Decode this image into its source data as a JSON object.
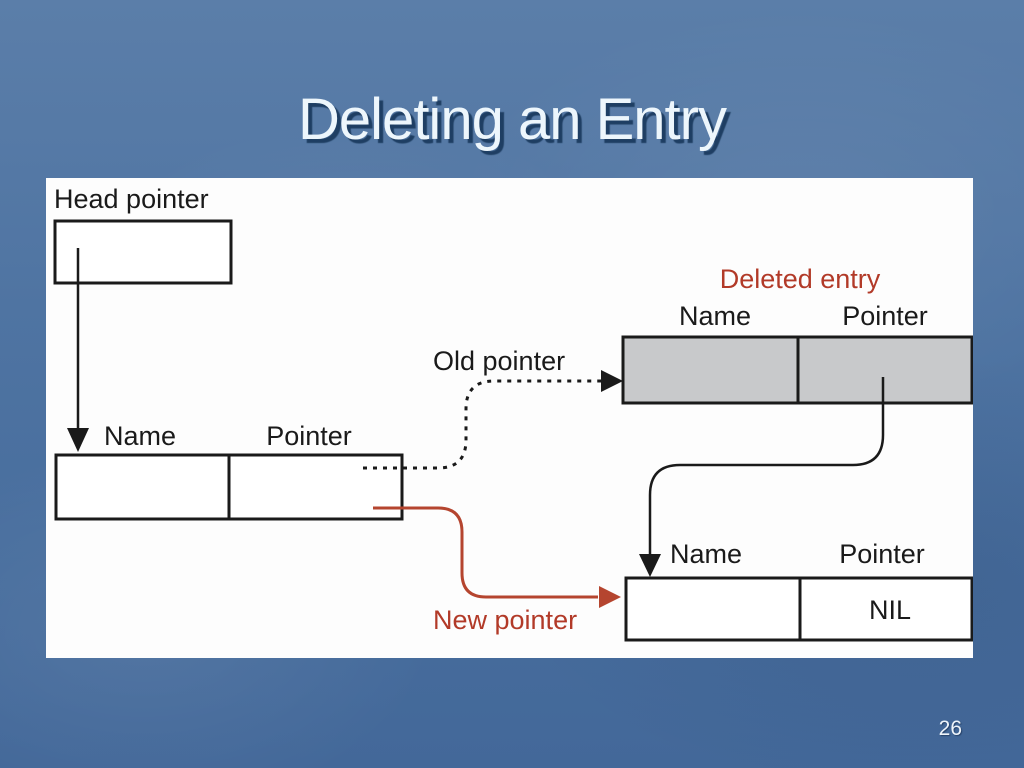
{
  "slide": {
    "title": "Deleting an Entry",
    "page_number": "26"
  },
  "labels": {
    "head_pointer": "Head pointer",
    "old_pointer": "Old pointer",
    "new_pointer": "New pointer",
    "deleted_entry": "Deleted entry"
  },
  "nodes": {
    "current": {
      "name_header": "Name",
      "pointer_header": "Pointer"
    },
    "deleted": {
      "name_header": "Name",
      "pointer_header": "Pointer"
    },
    "next": {
      "name_header": "Name",
      "pointer_header": "Pointer",
      "pointer_value": "NIL"
    }
  },
  "colors": {
    "background_blue": "#4f74a2",
    "panel_white": "#fdfdfd",
    "line_black": "#1a1a1a",
    "accent_red": "#b23a28",
    "deleted_fill": "#c8c9cb",
    "title_text": "#edf6fc",
    "title_shadow": "#1b3b5f"
  }
}
